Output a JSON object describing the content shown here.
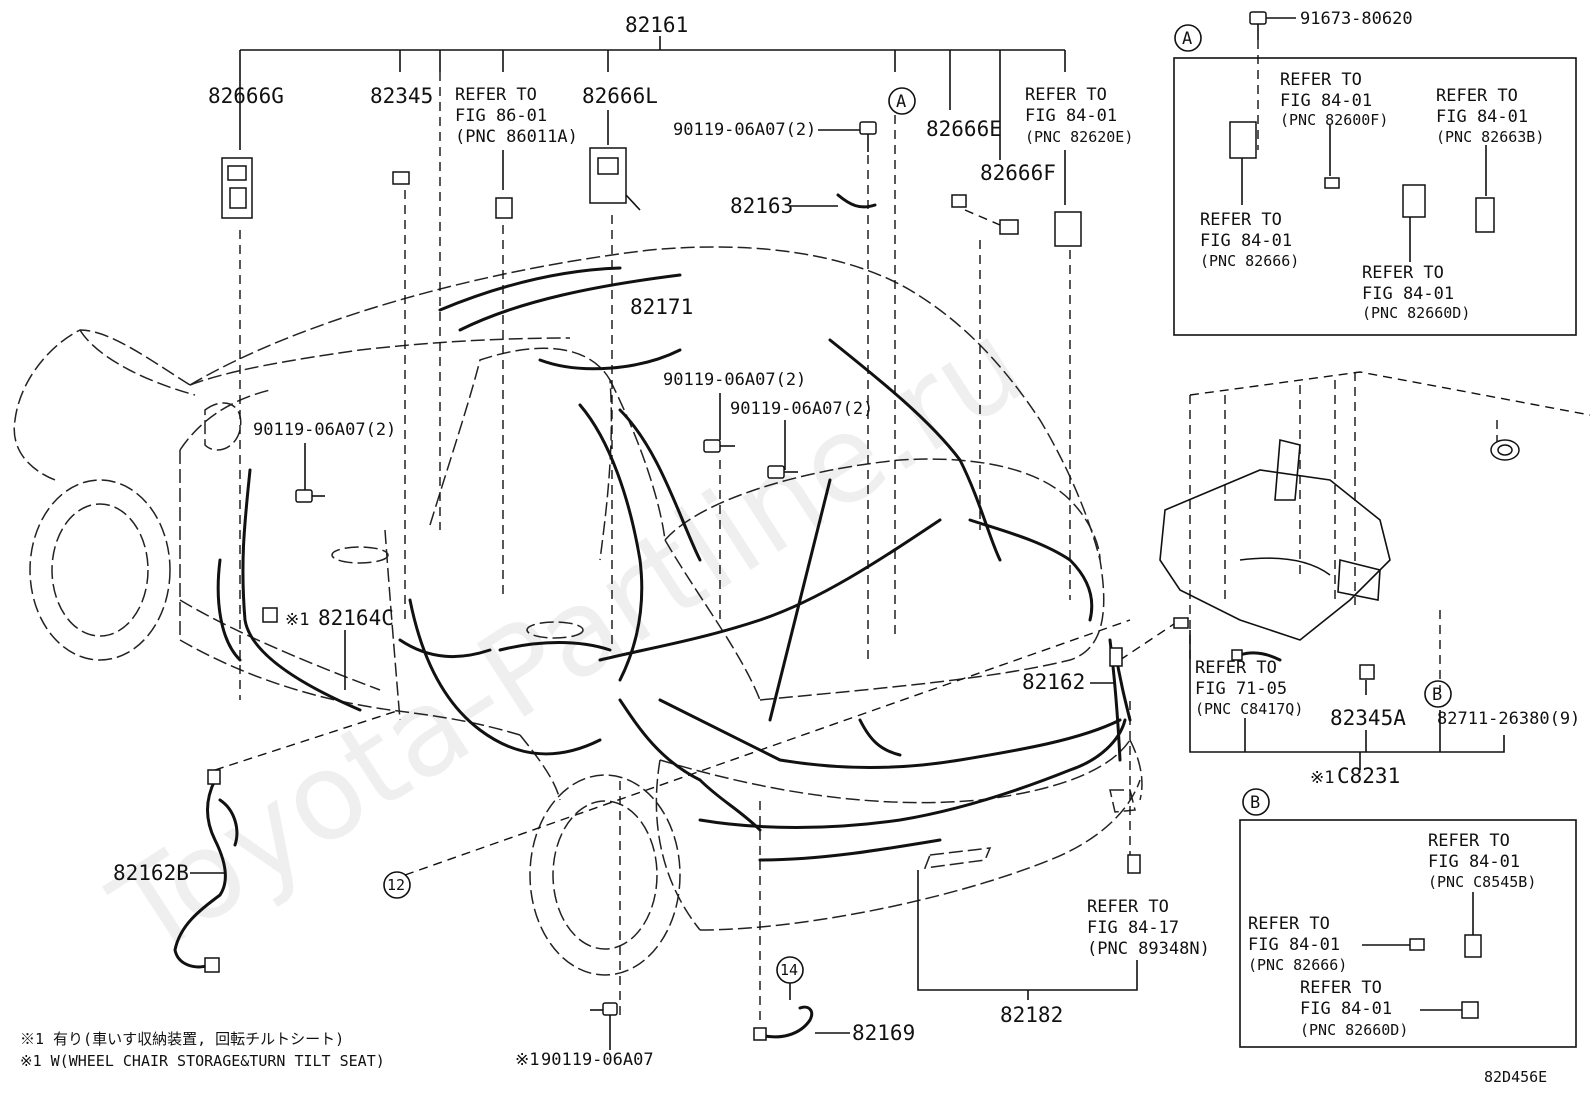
{
  "watermark": "Toyota-Partline.ru",
  "diagram_code": "82D456E",
  "labels": {
    "p82161": "82161",
    "p82666G": "82666G",
    "p82345": "82345",
    "p82666L": "82666L",
    "p82666E": "82666E",
    "p82666F": "82666F",
    "p82163": "82163",
    "p82171": "82171",
    "p82164C": "82164C",
    "p82162": "82162",
    "p82162B": "82162B",
    "p82169": "82169",
    "p82182": "82182",
    "p82345A": "82345A",
    "pC8231": "C8231",
    "p82711": "82711-26380(9)",
    "p91673": "91673-80620",
    "bolt1": "90119-06A07(2)",
    "bolt2": "90119-06A07(2)",
    "bolt3": "90119-06A07(2)",
    "bolt4": "90119-06A07(2)",
    "bolt5": "90119-06A07",
    "mark1": "※1",
    "mark2": "※1",
    "mark3": "※1"
  },
  "refers": {
    "r8601": [
      "REFER TO",
      "FIG 86-01",
      "(PNC 86011A)"
    ],
    "r82620E": [
      "REFER TO",
      "FIG 84-01",
      "(PNC 82620E)"
    ],
    "r89348N": [
      "REFER TO",
      "FIG 84-17",
      "(PNC 89348N)"
    ],
    "rC8417Q": [
      "REFER TO",
      "FIG 71-05",
      "(PNC C8417Q)"
    ],
    "rA82600F": [
      "REFER TO",
      "FIG 84-01",
      "(PNC 82600F)"
    ],
    "rA82663B": [
      "REFER TO",
      "FIG 84-01",
      "(PNC 82663B)"
    ],
    "rA82666": [
      "REFER TO",
      "FIG 84-01",
      "(PNC 82666)"
    ],
    "rA82660D": [
      "REFER TO",
      "FIG 84-01",
      "(PNC 82660D)"
    ],
    "rBC8545B": [
      "REFER TO",
      "FIG 84-01",
      "(PNC C8545B)"
    ],
    "rB82666": [
      "REFER TO",
      "FIG 84-01",
      "(PNC 82666)"
    ],
    "rB82660D": [
      "REFER TO",
      "FIG 84-01",
      "(PNC 82660D)"
    ]
  },
  "callouts": {
    "a_main": "A",
    "a_box": "A",
    "b_main": "B",
    "b_box": "B",
    "c12": "12",
    "c14": "14"
  },
  "notes": {
    "jp": "※1 有り(車いす収納装置, 回転チルトシート)",
    "en": "※1 W(WHEEL CHAIR STORAGE&TURN TILT SEAT)"
  }
}
